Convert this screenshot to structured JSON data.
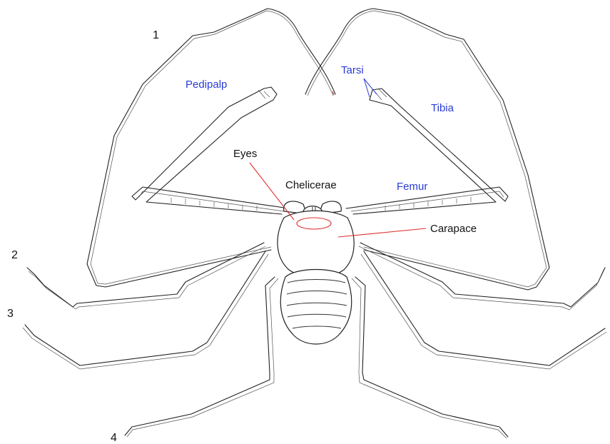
{
  "labels": {
    "pedipalp": "Pedipalp",
    "tarsi": "Tarsi",
    "tibia": "Tibia",
    "eyes": "Eyes",
    "chelicerae": "Chelicerae",
    "femur": "Femur",
    "carapace": "Carapace"
  },
  "leg_numbers": {
    "leg1": "1",
    "leg2": "2",
    "leg3": "3",
    "leg4": "4"
  },
  "colors": {
    "blue_labels": "#2a3bd6",
    "black_labels": "#111111",
    "pointer_lines": "#e03030",
    "outline": "#222222"
  }
}
